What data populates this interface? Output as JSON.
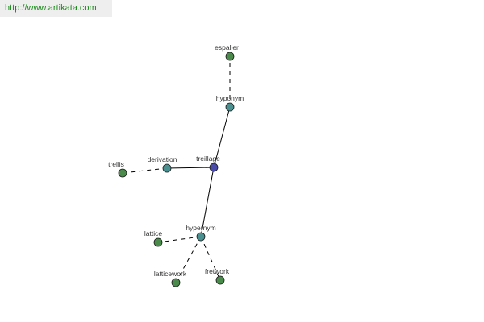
{
  "source": {
    "url_text": "http://www.artikata.com"
  },
  "colors": {
    "center_node": "#4a4aa8",
    "relation_node": "#4a9090",
    "word_node": "#4a8a4a",
    "node_stroke": "#1a1a1a",
    "edge": "#000000",
    "banner_text": "#1a8a1a"
  },
  "graph": {
    "nodes": [
      {
        "id": "treillage",
        "label": "treillage",
        "kind": "center"
      },
      {
        "id": "hyponym",
        "label": "hyponym",
        "kind": "relation"
      },
      {
        "id": "derivation",
        "label": "derivation",
        "kind": "relation"
      },
      {
        "id": "hypernym",
        "label": "hypernym",
        "kind": "relation"
      },
      {
        "id": "espalier",
        "label": "espalier",
        "kind": "word"
      },
      {
        "id": "trellis",
        "label": "trellis",
        "kind": "word"
      },
      {
        "id": "lattice",
        "label": "lattice",
        "kind": "word"
      },
      {
        "id": "latticework",
        "label": "latticework",
        "kind": "word"
      },
      {
        "id": "fretwork",
        "label": "fretwork",
        "kind": "word"
      }
    ],
    "edges": [
      {
        "from": "treillage",
        "to": "hyponym",
        "style": "solid"
      },
      {
        "from": "treillage",
        "to": "derivation",
        "style": "solid"
      },
      {
        "from": "treillage",
        "to": "hypernym",
        "style": "solid"
      },
      {
        "from": "hyponym",
        "to": "espalier",
        "style": "dashed"
      },
      {
        "from": "derivation",
        "to": "trellis",
        "style": "dashed"
      },
      {
        "from": "hypernym",
        "to": "lattice",
        "style": "dashed"
      },
      {
        "from": "hypernym",
        "to": "latticework",
        "style": "dashed"
      },
      {
        "from": "hypernym",
        "to": "fretwork",
        "style": "dashed"
      }
    ]
  }
}
